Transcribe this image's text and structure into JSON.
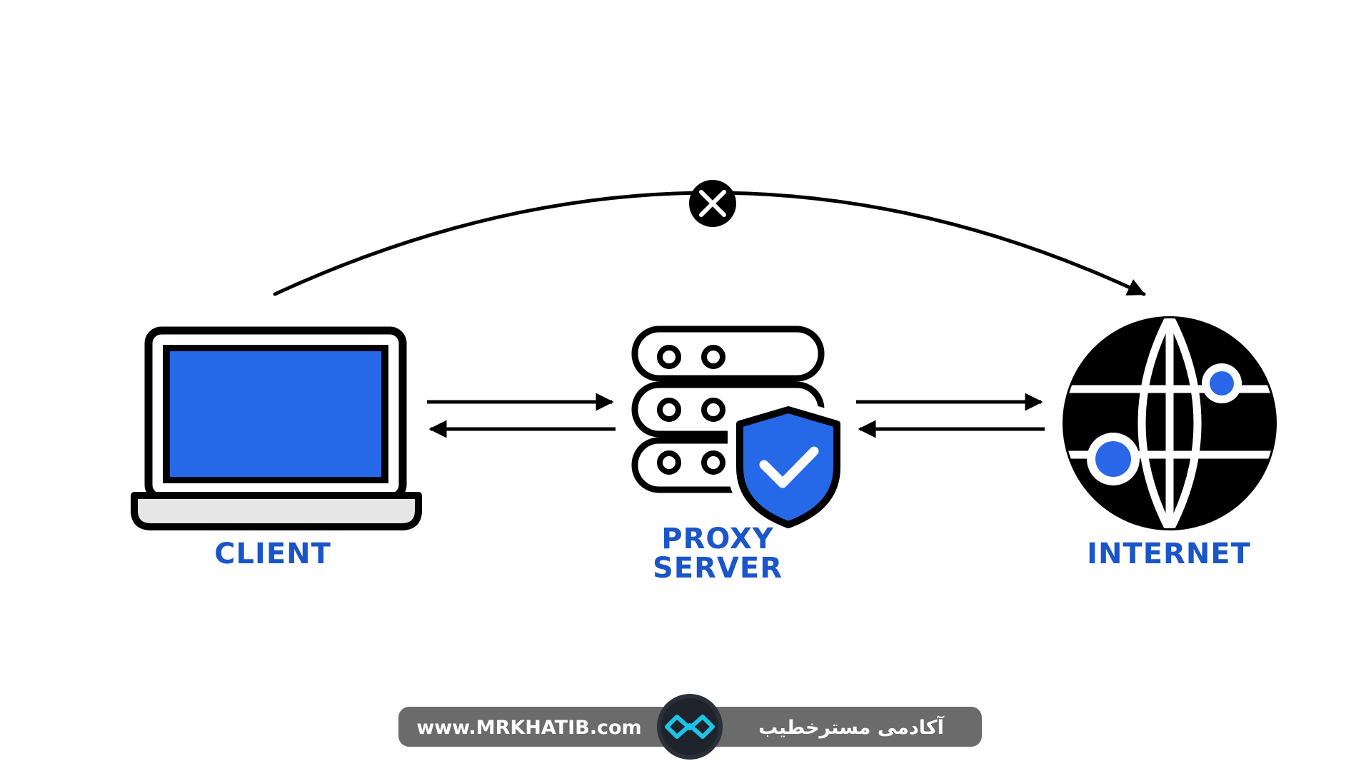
{
  "nodes": {
    "client": {
      "label": "CLIENT"
    },
    "proxy": {
      "label_line1": "PROXY",
      "label_line2": "SERVER"
    },
    "internet": {
      "label": "INTERNET"
    }
  },
  "connections": {
    "direct_route": {
      "status": "blocked",
      "marker_icon": "x-mark-icon"
    },
    "client_proxy": {
      "directions": [
        "request",
        "response"
      ]
    },
    "proxy_internet": {
      "directions": [
        "request",
        "response"
      ]
    }
  },
  "footer": {
    "website": "www.MRKHATIB.com",
    "brand_name": "آکادمی مسترخطیب",
    "logo_icon": "infinity-logo-icon"
  },
  "colors": {
    "accent_blue": "#1a56c9",
    "screen_blue": "#2568e8",
    "dot_blue": "#2a66e8",
    "ink": "#000000",
    "footer_pill": "#6b6b6b",
    "logo_teal": "#1ec3e6"
  }
}
